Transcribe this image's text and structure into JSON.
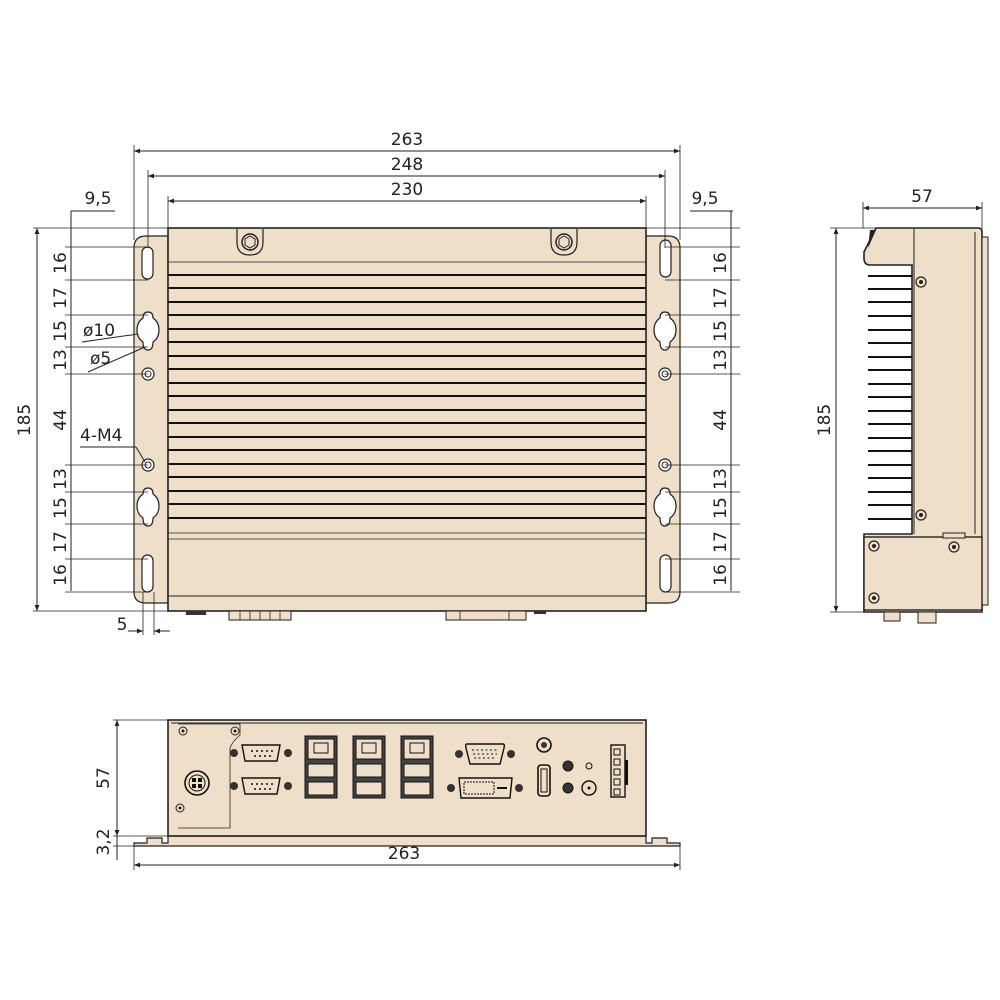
{
  "drawing": {
    "units": "mm",
    "views": [
      "top-view",
      "side-view",
      "front-io-view"
    ]
  },
  "top_view": {
    "width_dims": {
      "overall": "263",
      "mounting_holes": "248",
      "body": "230"
    },
    "edge_offsets": {
      "left": "9,5",
      "right": "9,5"
    },
    "height_dim": "185",
    "left_stack": [
      "16",
      "17",
      "15",
      "13",
      "44",
      "13",
      "15",
      "17",
      "16"
    ],
    "right_stack": [
      "16",
      "17",
      "15",
      "13",
      "44",
      "13",
      "15",
      "17",
      "16"
    ],
    "callouts": {
      "keyhole_large": "ø10",
      "keyhole_small": "ø5",
      "screw": "4-M4"
    },
    "slot_width": "5"
  },
  "side_view": {
    "depth_dim": "57",
    "height_dim": "185"
  },
  "front_view": {
    "height_dim": "57",
    "flange_dim": "3,2",
    "width_dim": "263",
    "ports": [
      "power-din-connector",
      "com-port-1-db9",
      "com-port-2-db9",
      "lan-1-rj45",
      "usb-1a",
      "usb-1b",
      "lan-2-rj45",
      "usb-2a",
      "usb-2b",
      "lan-3-rj45",
      "usb-3a",
      "usb-3b",
      "vga-port",
      "dvi-port",
      "antenna-connector",
      "hdmi-port",
      "audio-jack-1",
      "audio-jack-2",
      "led-indicator",
      "power-button",
      "terminal-block"
    ]
  },
  "colors": {
    "body_fill": "#efdfc9",
    "line": "#222222",
    "background": "#ffffff"
  }
}
